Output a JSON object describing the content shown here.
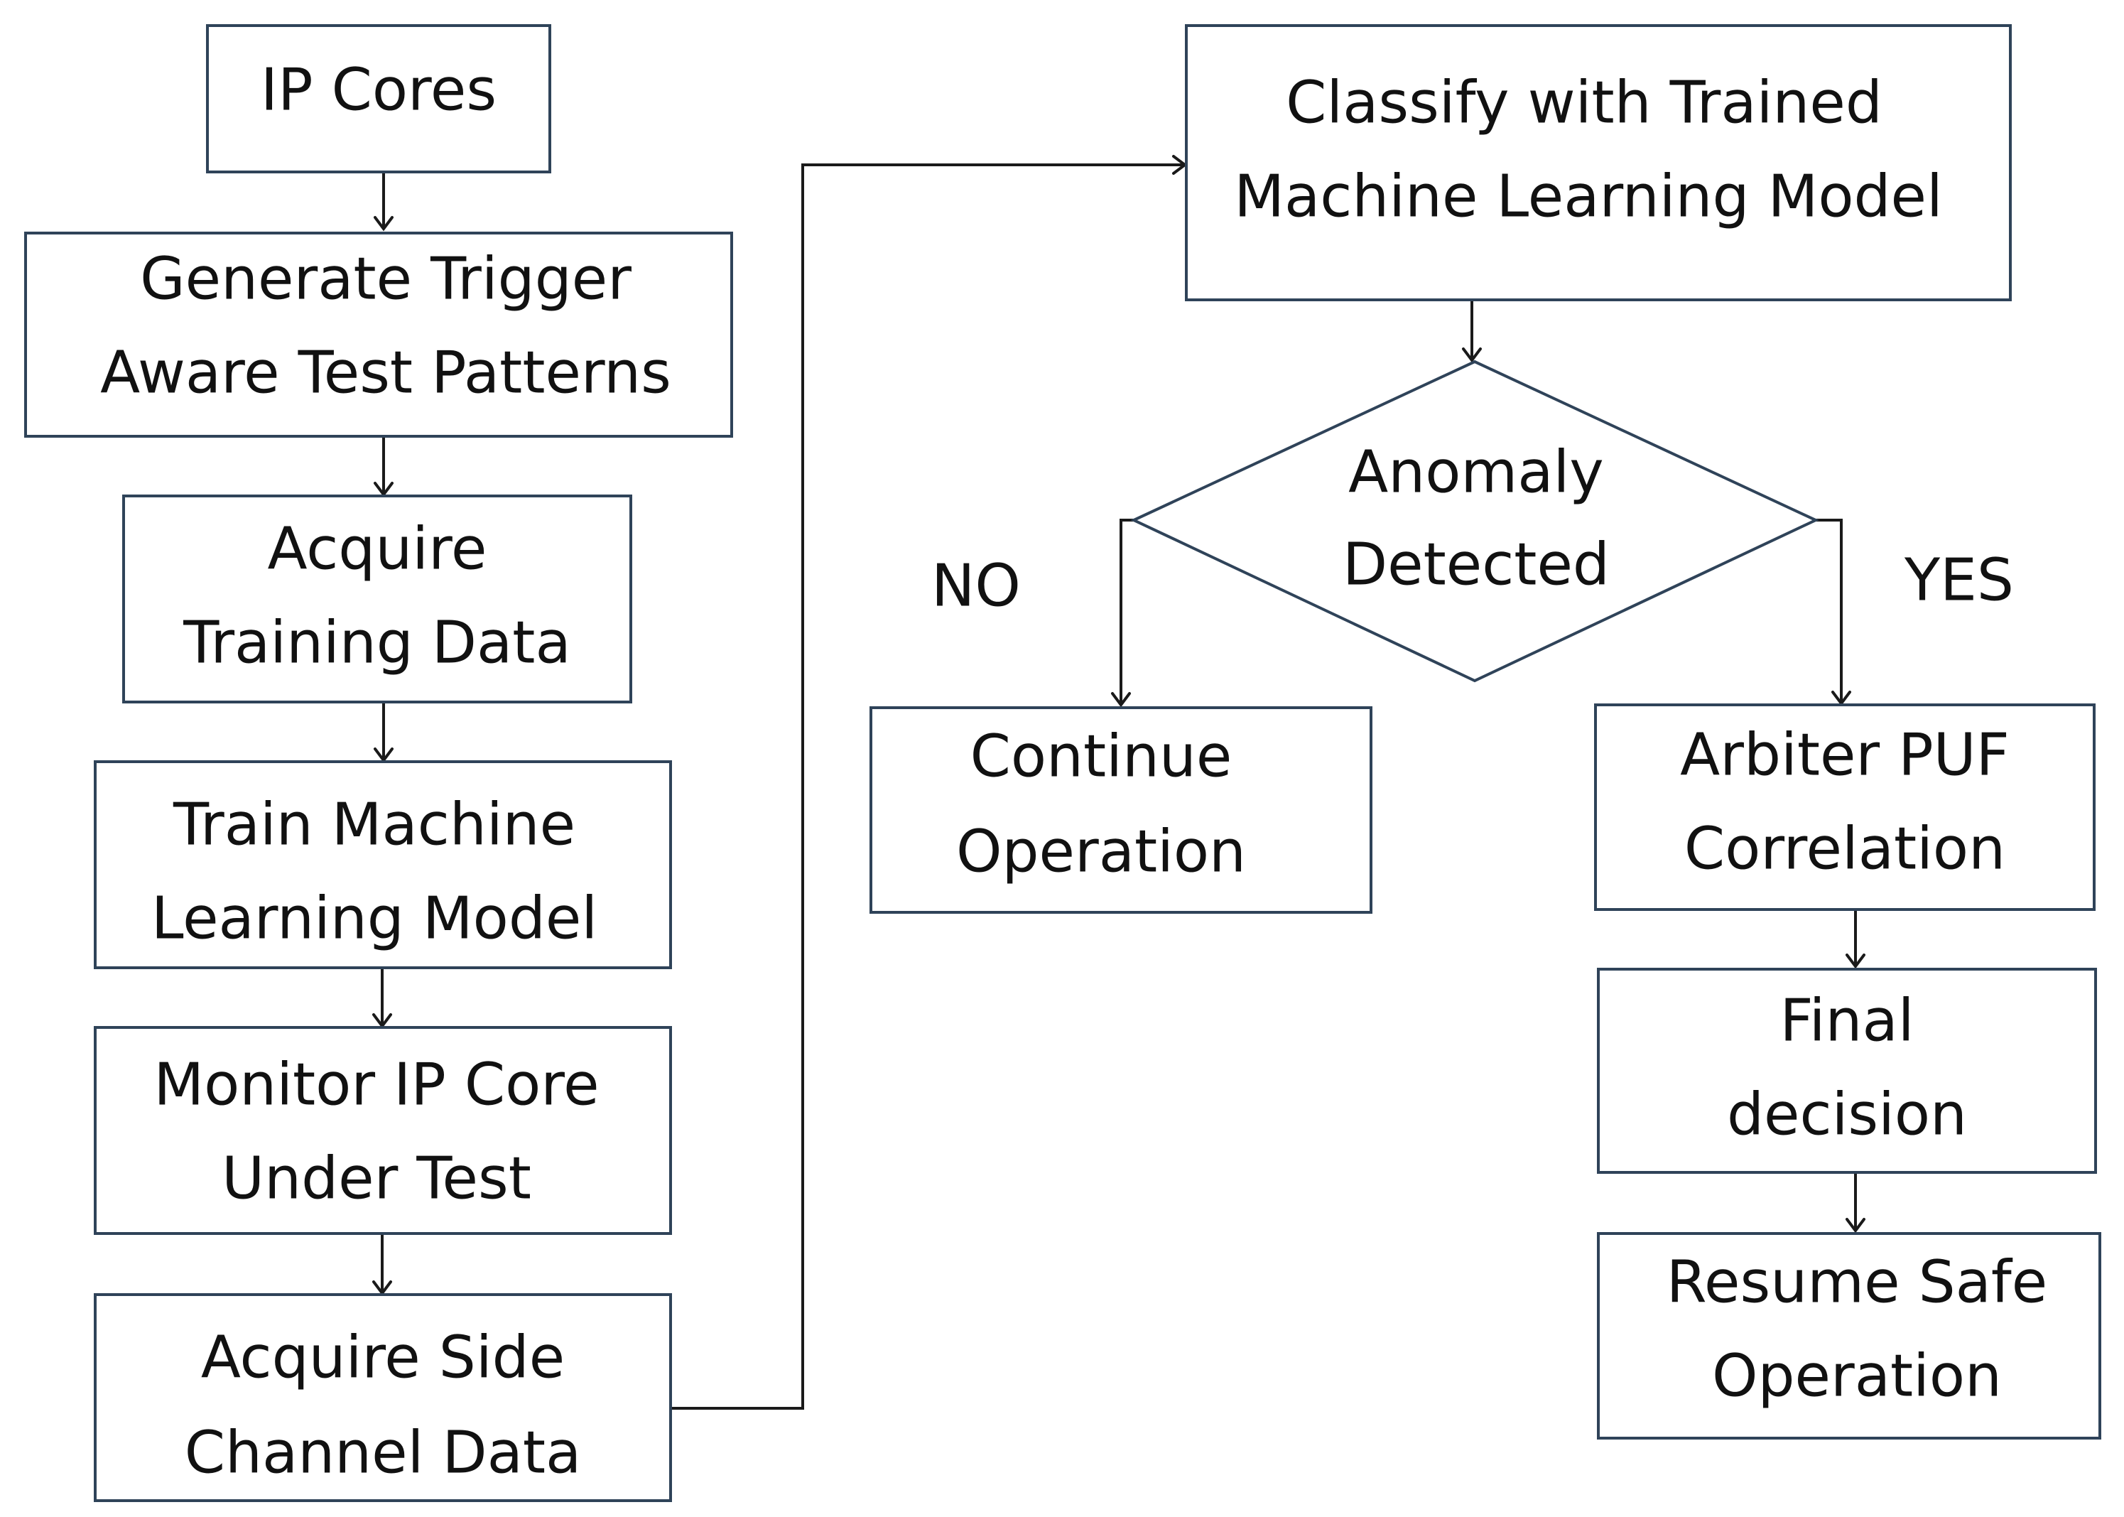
{
  "diagram": {
    "nodes": {
      "ip_cores": {
        "lines": [
          "IP Cores"
        ]
      },
      "generate_patterns": {
        "lines": [
          "Generate Trigger",
          "Aware Test Patterns"
        ]
      },
      "acquire_training": {
        "lines": [
          "Acquire",
          "Training Data"
        ]
      },
      "train_model": {
        "lines": [
          "Train Machine",
          "Learning Model"
        ]
      },
      "monitor_core": {
        "lines": [
          "Monitor IP Core",
          "Under Test"
        ]
      },
      "acquire_side_channel": {
        "lines": [
          "Acquire Side",
          "Channel Data"
        ]
      },
      "classify": {
        "lines": [
          "Classify with Trained",
          "Machine Learning Model"
        ]
      },
      "anomaly_detected": {
        "lines": [
          "Anomaly",
          "Detected"
        ]
      },
      "continue_operation": {
        "lines": [
          "Continue",
          "Operation"
        ]
      },
      "arbiter_puf": {
        "lines": [
          "Arbiter PUF",
          "Correlation"
        ]
      },
      "final_decision": {
        "lines": [
          "Final",
          "decision"
        ]
      },
      "resume_safe": {
        "lines": [
          "Resume Safe",
          "Operation"
        ]
      }
    },
    "labels": {
      "no": "NO",
      "yes": "YES"
    },
    "edges": [
      {
        "from": "ip_cores",
        "to": "generate_patterns"
      },
      {
        "from": "generate_patterns",
        "to": "acquire_training"
      },
      {
        "from": "acquire_training",
        "to": "train_model"
      },
      {
        "from": "train_model",
        "to": "monitor_core"
      },
      {
        "from": "monitor_core",
        "to": "acquire_side_channel"
      },
      {
        "from": "acquire_side_channel",
        "to": "classify"
      },
      {
        "from": "classify",
        "to": "anomaly_detected"
      },
      {
        "from": "anomaly_detected",
        "to": "continue_operation",
        "label": "NO"
      },
      {
        "from": "anomaly_detected",
        "to": "arbiter_puf",
        "label": "YES"
      },
      {
        "from": "arbiter_puf",
        "to": "final_decision"
      },
      {
        "from": "final_decision",
        "to": "resume_safe"
      }
    ]
  }
}
